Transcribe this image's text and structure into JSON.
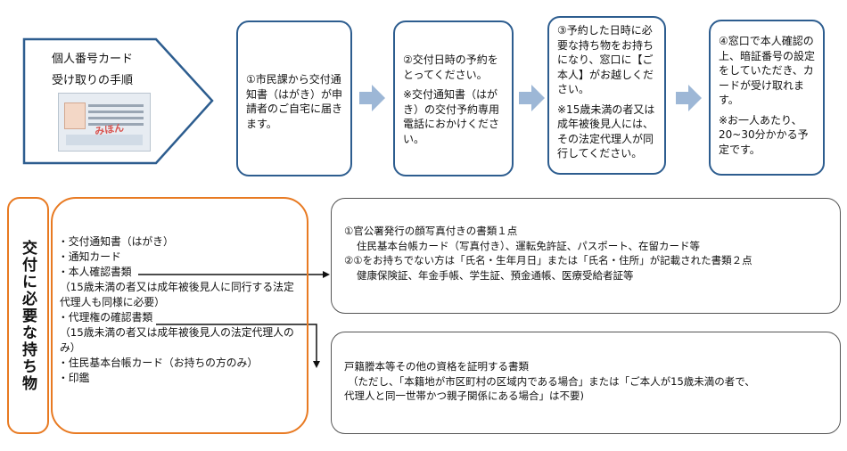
{
  "intro": {
    "title_line1": "個人番号カード",
    "title_line2": "受け取りの手順",
    "card_text": "みほん"
  },
  "steps": [
    {
      "text": "①市民課から交付通知書（はがき）が申請者のご自宅に届きます。",
      "note": ""
    },
    {
      "text": "②交付日時の予約をとってください。",
      "note": "※交付通知書（はがき）の交付予約専用電話におかけください。"
    },
    {
      "text": "③予約した日時に必要な持ち物をお持ちになり、窓口に【ご本人】がお越しください。",
      "note": "※15歳未満の者又は成年被後見人には、その法定代理人が同行してください。"
    },
    {
      "text": "④窓口で本人確認の上、暗証番号の設定をしていただき、カードが受け取れます。",
      "note": "※お一人あたり、20~30分かかる予定です。"
    }
  ],
  "requirements": {
    "heading": "交付に必要な持ち物",
    "items": [
      "・交付通知書（はがき）",
      "・通知カード",
      "・本人確認書類",
      "（15歳未満の者又は成年被後見人に同行する法定代理人も同様に必要）",
      "・代理権の確認書類",
      "（15歳未満の者又は成年被後見人の法定代理人のみ）",
      "・住民基本台帳カード（お持ちの方のみ）",
      "・印鑑"
    ]
  },
  "identity_docs": {
    "line1": "①官公署発行の顔写真付きの書類１点",
    "line2": "住民基本台帳カード（写真付き）、運転免許証、パスポート、在留カード等",
    "line3": "②①をお持ちでない方は「氏名・生年月日」または「氏名・住所」が記載された書類２点",
    "line4": "健康保険証、年金手帳、学生証、預金通帳、医療受給者証等"
  },
  "proxy_docs": {
    "line1": "戸籍謄本等その他の資格を証明する書類",
    "line2": "（ただし、「本籍地が市区町村の区域内である場合」または「ご本人が15歳未満の者で、",
    "line3": "代理人と同一世帯かつ親子関係にある場合」は不要)"
  },
  "colors": {
    "step_border": "#2d5d8f",
    "arrow": "#9db7d6",
    "orange": "#e87a22"
  }
}
